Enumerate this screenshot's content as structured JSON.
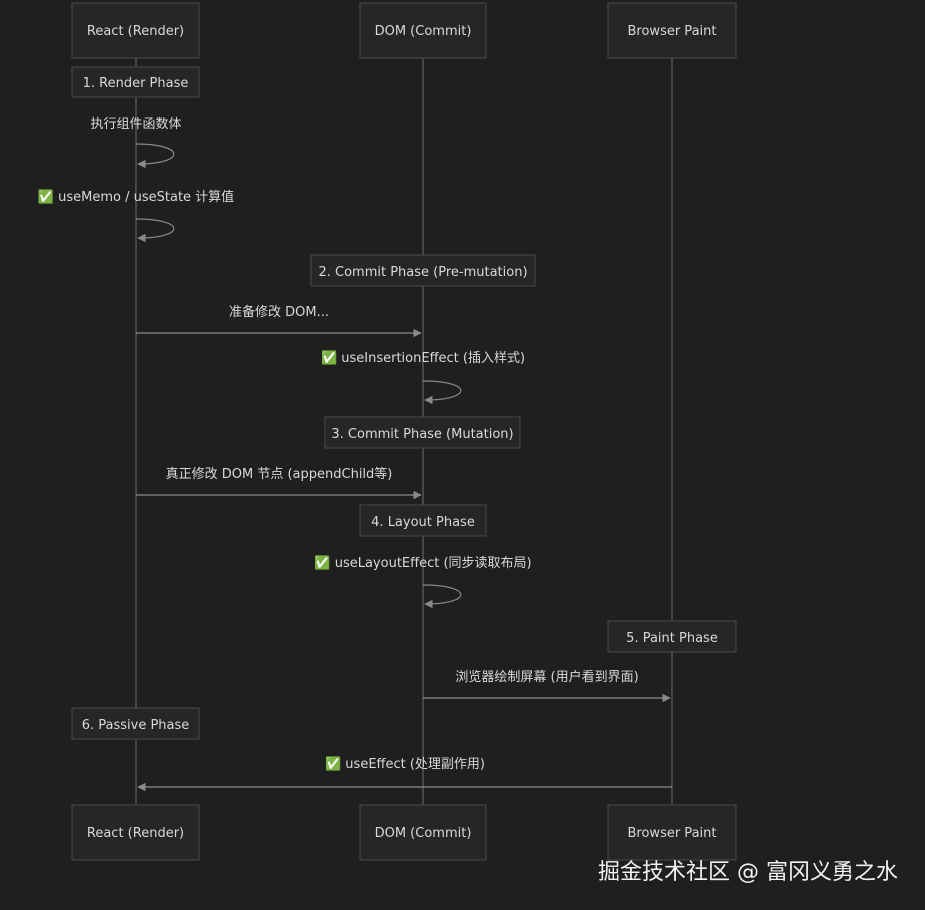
{
  "participants": [
    {
      "id": "react",
      "label": "React (Render)"
    },
    {
      "id": "dom",
      "label": "DOM (Commit)"
    },
    {
      "id": "paint",
      "label": "Browser Paint"
    }
  ],
  "notes": {
    "render_phase": "1. Render Phase",
    "commit_pre": "2. Commit Phase (Pre-mutation)",
    "commit_mutation": "3. Commit Phase (Mutation)",
    "layout_phase": "4. Layout Phase",
    "paint_phase": "5. Paint Phase",
    "passive_phase": "6. Passive Phase"
  },
  "messages": {
    "exec_component": "执行组件函数体",
    "use_memo": "✅ useMemo / useState 计算值",
    "prepare_dom": "准备修改 DOM...",
    "insertion_effect": "✅ useInsertionEffect (插入样式)",
    "modify_dom": "真正修改 DOM 节点 (appendChild等)",
    "layout_effect": "✅ useLayoutEffect (同步读取布局)",
    "browser_paint": "浏览器绘制屏幕 (用户看到界面)",
    "use_effect": "✅ useEffect (处理副作用)"
  },
  "watermark": "掘金技术社区 @ 富冈义勇之水",
  "colors": {
    "background": "#1f1f1f",
    "box": "#262626",
    "border": "#4a4a4a",
    "text": "#d9d9d9",
    "line": "#8a8a8a"
  }
}
